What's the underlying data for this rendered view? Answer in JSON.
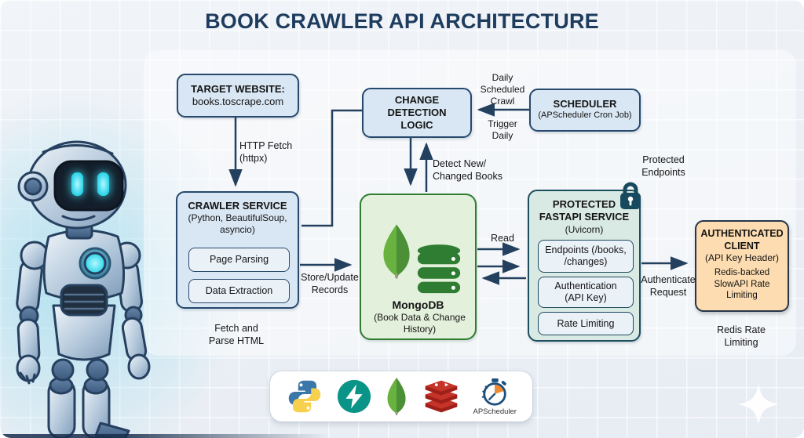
{
  "title": "BOOK CRAWLER API ARCHITECTURE",
  "nodes": {
    "target": {
      "title": "TARGET WEBSITE:",
      "subtitle": "books.toscrape.com"
    },
    "change_detection": {
      "title": "CHANGE DETECTION LOGIC"
    },
    "scheduler": {
      "title": "SCHEDULER",
      "subtitle": "(APScheduler Cron Job)"
    },
    "crawler": {
      "title": "CRAWLER SERVICE",
      "subtitle": "(Python, BeautifulSoup, asyncio)",
      "items": [
        "Page Parsing",
        "Data Extraction"
      ]
    },
    "mongodb": {
      "title": "MongoDB",
      "subtitle": "(Book Data & Change History)"
    },
    "fastapi": {
      "title": "PROTECTED FASTAPI SERVICE",
      "subtitle": "(Uvicorn)",
      "items": [
        "Endpoints (/books, /changes)",
        "Authentication (API Key)",
        "Rate Limiting"
      ]
    },
    "client": {
      "title": "AUTHENTICATED CLIENT",
      "subtitle": "(API Key Header)",
      "note": "Redis-backed SlowAPI Rate Limiting"
    }
  },
  "labels": {
    "http_fetch": "HTTP Fetch (httpx)",
    "daily_scheduled_crawl": "Daily Scheduled Crawl",
    "trigger_daily": "Trigger Daily",
    "detect_new_changed": "Detect New/ Changed Books",
    "protected_endpoints": "Protected Endpoints",
    "read": "Read",
    "store_update_records": "Store/Update Records",
    "authenticate_request": "Authenticate Request",
    "fetch_and_parse": "Fetch and Parse HTML",
    "redis_rate_limiting": "Redis Rate Limiting"
  },
  "tech_bar": {
    "icons": [
      "python-logo",
      "fastapi-logo",
      "mongodb-logo",
      "redis-logo",
      "apscheduler-logo"
    ],
    "apscheduler_label": "APScheduler"
  },
  "decorations": {
    "lock": "lock-icon",
    "sparkle": "sparkle-icon",
    "robot": "robot-illustration"
  },
  "colors": {
    "title_text": "#1e3c5e",
    "arrow": "#23405e",
    "blue_box_fill": "#d9e7f4",
    "blue_box_border": "#27496d",
    "green_box_fill": "#e3f0db",
    "green_box_border": "#2f7d33",
    "teal_box_fill": "#d9e9e3",
    "teal_box_border": "#1d4e5f",
    "client_box_fill": "#fcdcb0",
    "client_box_border": "#263749",
    "eye_glow": "#41e4f4"
  }
}
